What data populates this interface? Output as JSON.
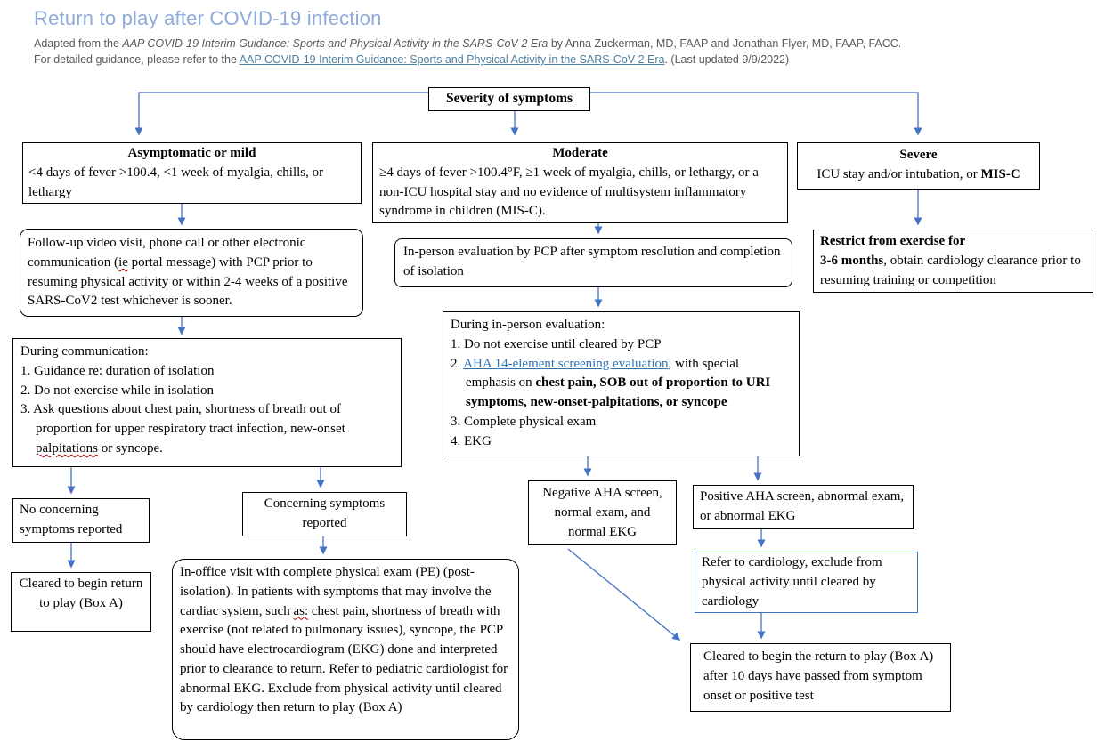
{
  "header": {
    "title": "Return to play after COVID-19 infection",
    "line1_pre": "Adapted from the ",
    "line1_italic": "AAP COVID-19 Interim Guidance: Sports and Physical Activity in the SARS-CoV-2 Era",
    "line1_post": " by Anna Zuckerman, MD, FAAP and Jonathan Flyer, MD, FAAP, FACC.",
    "line2_pre": "For detailed guidance, please refer to the ",
    "line2_link": "AAP COVID-19 Interim Guidance: Sports and Physical Activity in the SARS-CoV-2 Era",
    "line2_post": ". (Last updated 9/9/2022)"
  },
  "colors": {
    "arrow": "#4472C4",
    "title": "#8EAADB",
    "link": "#2E74B5",
    "subtitle-link": "#4E7F9E",
    "muted": "#595959",
    "squiggle": "#C00000"
  },
  "root": {
    "label": "Severity of symptoms"
  },
  "mild": {
    "title": "Asymptomatic or mild",
    "body": "<4 days of fever >100.4, <1 week of myalgia, chills, or lethargy",
    "followup_pre": "Follow-up video visit, phone call or other electronic communication (",
    "followup_sq": "ie",
    "followup_post": " portal message) with PCP prior to resuming physical activity or within 2-4 weeks of a positive SARS-CoV2 test whichever is sooner.",
    "during_title": "During communication:",
    "during_item1": "1. Guidance re: duration of isolation",
    "during_item2": "2. Do not exercise while in isolation",
    "during_item3_pre": "3. Ask questions about chest pain, shortness of breath out of proportion for upper respiratory tract infection, new-onset ",
    "during_item3_sq": "palpitations",
    "during_item3_post": " or syncope.",
    "no_concerning": "No concerning symptoms reported",
    "concerning": "Concerning symptoms reported",
    "cleared": "Cleared to begin return to play (Box A)",
    "inoffice_pre": "In-office visit with complete physical exam (PE) (post-isolation). In patients with symptoms that may involve the cardiac system, such ",
    "inoffice_sq": "as:",
    "inoffice_post": " chest pain, shortness of breath with exercise (not related to pulmonary issues), syncope, the PCP should have electrocardiogram (EKG) done and interpreted prior to clearance to return. Refer to pediatric cardiologist for abnormal EKG. Exclude from physical activity until cleared by cardiology then return to play (Box A)"
  },
  "moderate": {
    "title": "Moderate",
    "body": "≥4 days of fever >100.4°F, ≥1 week of myalgia, chills, or lethargy, or a non-ICU hospital stay and no evidence of multisystem inflammatory syndrome in children (MIS-C).",
    "inperson": "In-person evaluation by PCP after symptom resolution and completion of isolation",
    "during_title": "During in-person evaluation:",
    "item1": "1. Do not exercise until cleared by PCP",
    "item2_num": "2. ",
    "item2_link": "AHA 14-element screening evaluation",
    "item2_mid": ", with special emphasis on ",
    "item2_bold": "chest pain, SOB out of proportion to URI symptoms, new-onset-palpitations, or syncope",
    "item3": "3. Complete physical exam",
    "item4": "4. EKG",
    "negative": "Negative AHA screen, normal exam, and normal EKG",
    "positive": "Positive AHA screen, abnormal exam, or abnormal EKG",
    "refer": "Refer to cardiology, exclude from physical activity until cleared by cardiology",
    "cleared": "Cleared to begin the return to play (Box A) after 10 days have passed from symptom onset or positive test"
  },
  "severe": {
    "title": "Severe",
    "body_pre": "ICU stay and/or intubation, or ",
    "body_bold": "MIS-C",
    "restrict_bold_line1": "Restrict from exercise for",
    "restrict_bold_line2": "3-6 months",
    "restrict_post": ", obtain cardiology clearance prior to resuming training or competition"
  }
}
